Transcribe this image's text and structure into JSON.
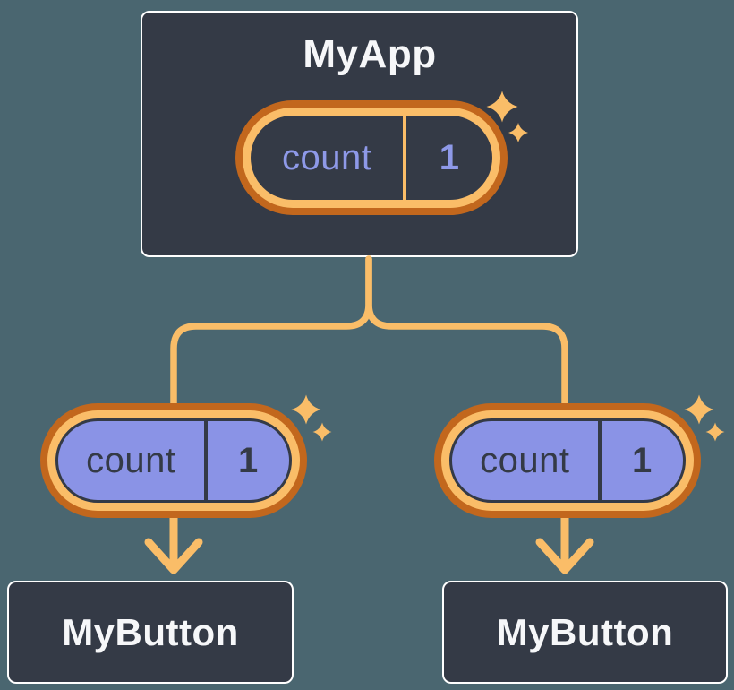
{
  "diagram": {
    "type": "component-tree",
    "root": {
      "label": "MyApp",
      "state": {
        "name": "count",
        "value": "1"
      }
    },
    "children": [
      {
        "label": "MyButton",
        "state": {
          "name": "count",
          "value": "1"
        }
      },
      {
        "label": "MyButton",
        "state": {
          "name": "count",
          "value": "1"
        }
      }
    ],
    "edges": [
      {
        "from": "MyApp",
        "to": "MyButton (left)"
      },
      {
        "from": "MyApp",
        "to": "MyButton (right)"
      }
    ]
  },
  "icons": {
    "sparkle": "four-point-star",
    "arrow": "arrow-down"
  },
  "colors": {
    "page_background": "#4A6670",
    "card_background": "#343A46",
    "card_border": "#FFFFFF",
    "card_text": "#F6F7F9",
    "pill_ring_outer": "#C2671D",
    "pill_ring_inner": "#FABD68",
    "pill_dark_fill": "#343A46",
    "pill_dark_text": "#8E99E8",
    "pill_light_fill": "#8A93E6",
    "pill_light_text": "#343A46",
    "connector": "#FABD68",
    "sparkle": "#FABD68"
  }
}
